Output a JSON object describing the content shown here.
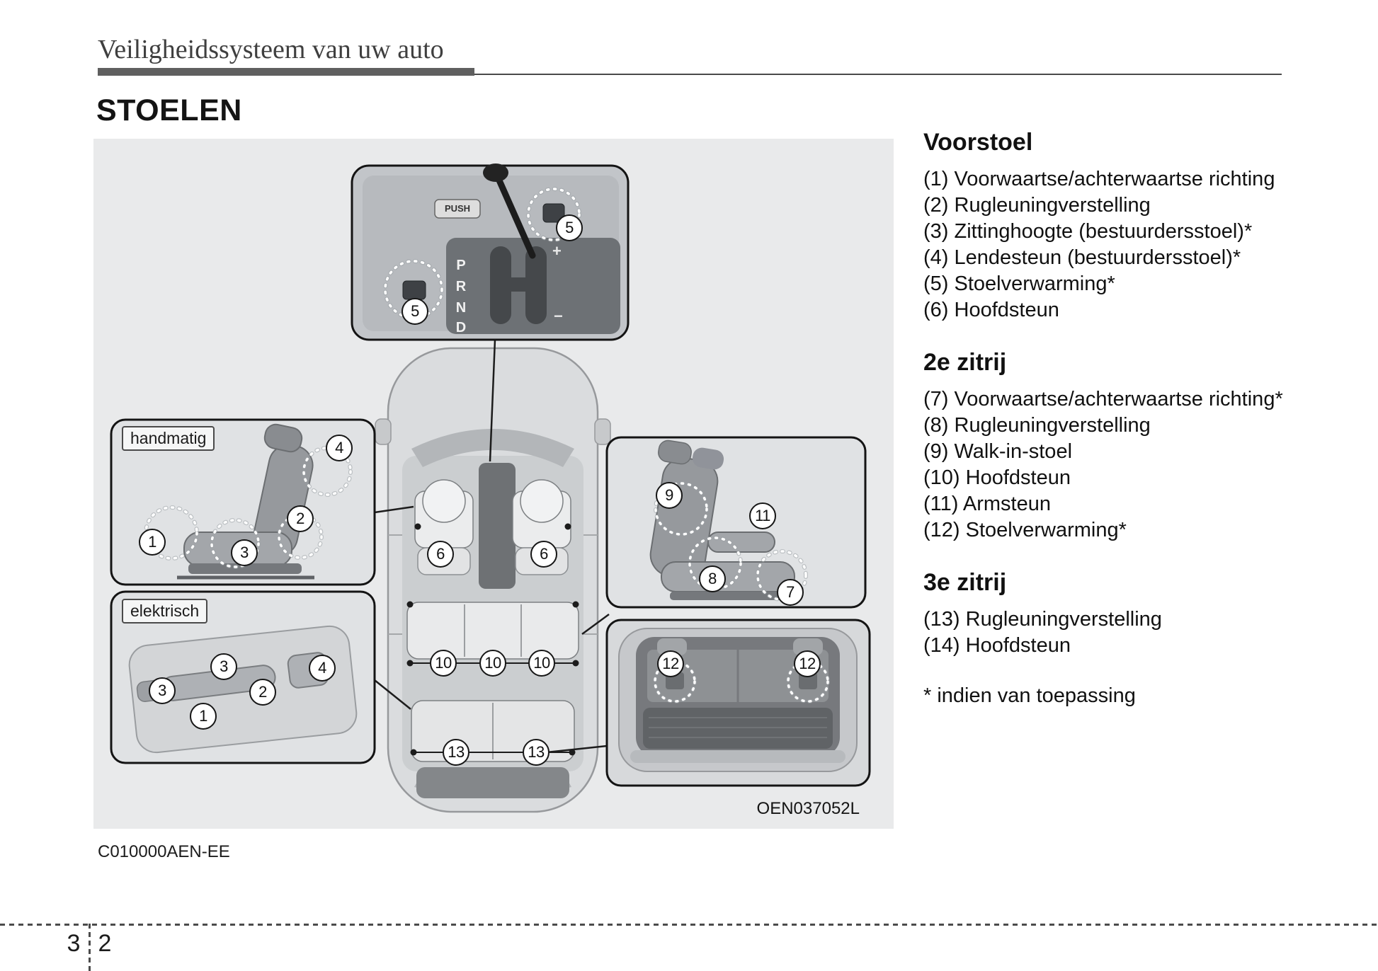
{
  "page": {
    "header_title": "Veiligheidssysteem van uw auto",
    "section_title": "STOELEN",
    "doc_code": "C010000AEN-EE",
    "figure_code": "OEN037052L",
    "chapter_number": "3",
    "page_number": "2"
  },
  "legend": {
    "groups": [
      {
        "title": "Voorstoel",
        "items": [
          "(1) Voorwaartse/achterwaartse richting",
          "(2) Rugleuningverstelling",
          "(3) Zittinghoogte (bestuurdersstoel)*",
          "(4) Lendesteun (bestuurdersstoel)*",
          "(5) Stoelverwarming*",
          "(6) Hoofdsteun"
        ]
      },
      {
        "title": "2e zitrij",
        "items": [
          "(7) Voorwaartse/achterwaartse richting*",
          "(8) Rugleuningverstelling",
          "(9) Walk-in-stoel",
          "(10) Hoofdsteun",
          "(11) Armsteun",
          "(12) Stoelverwarming*"
        ]
      },
      {
        "title": "3e zitrij",
        "items": [
          "(13) Rugleuningverstelling",
          "(14) Hoofdsteun"
        ]
      }
    ],
    "footnote": "* indien van toepassing"
  },
  "diagram": {
    "inset_manual_label": "handmatig",
    "inset_electric_label": "elektrisch",
    "console": {
      "push_label": "PUSH",
      "gear_positions": [
        "P",
        "R",
        "N",
        "D"
      ],
      "plus_label": "+",
      "minus_label": "−"
    },
    "callouts": {
      "n1": "1",
      "n2": "2",
      "n3": "3",
      "n4": "4",
      "n5": "5",
      "n6": "6",
      "n7": "7",
      "n8": "8",
      "n9": "9",
      "n10": "10",
      "n11": "11",
      "n12": "12",
      "n13": "13"
    }
  },
  "colors": {
    "panel_background": "#e9eaeb",
    "header_rule": "#5f5f5f",
    "text": "#111111"
  }
}
